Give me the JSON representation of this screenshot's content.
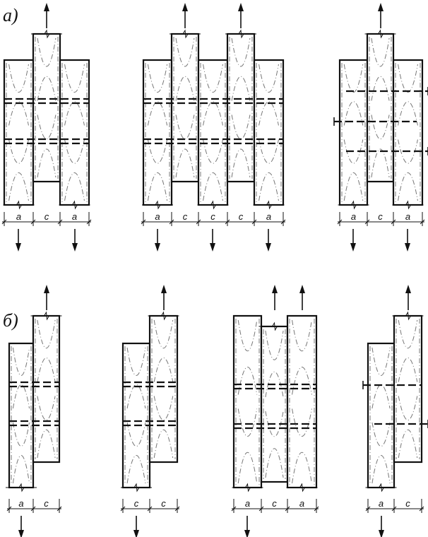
{
  "rows": [
    {
      "label": "а)",
      "joints": [
        {
          "labels": [
            "a",
            "c",
            "a"
          ]
        },
        {
          "labels": [
            "a",
            "c",
            "c",
            "c",
            "a"
          ]
        },
        {
          "labels": [
            "a",
            "c",
            "a"
          ]
        }
      ]
    },
    {
      "label": "б)",
      "joints": [
        {
          "labels": [
            "a",
            "c"
          ]
        },
        {
          "labels": [
            "c",
            "c"
          ]
        },
        {
          "labels": [
            "a",
            "c",
            "a"
          ]
        },
        {
          "labels": [
            "a",
            "c"
          ]
        }
      ]
    }
  ]
}
